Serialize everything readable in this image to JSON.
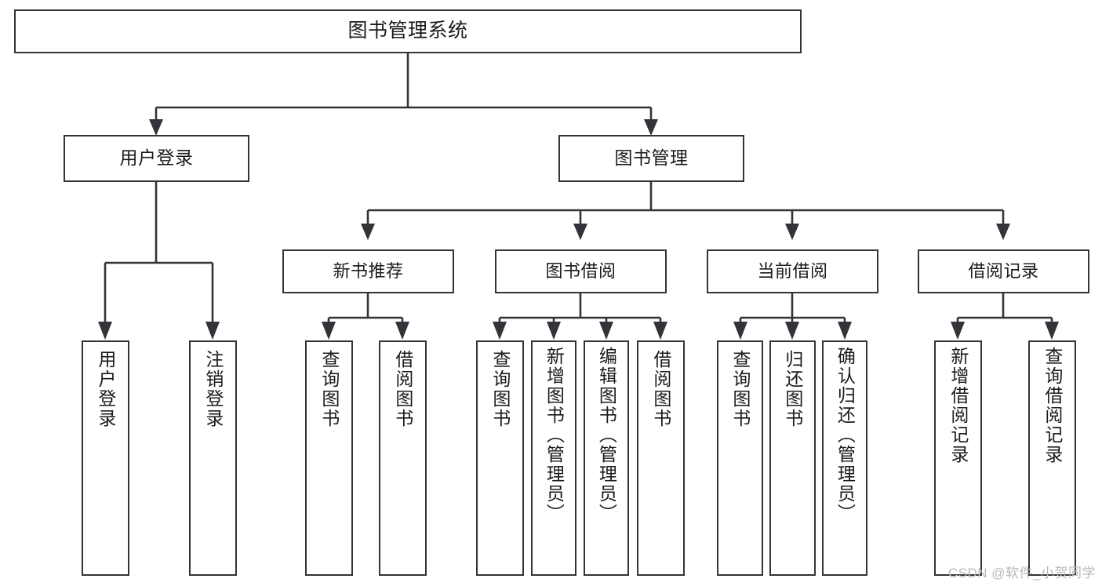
{
  "diagram": {
    "type": "tree",
    "title": "图书管理系统",
    "watermark": "CSDN @软件_小贺同学",
    "colors": {
      "stroke": "#33333a",
      "fill": "#ffffff",
      "text": "#1b1b1b",
      "watermark": "#b9b9bd"
    },
    "root": {
      "id": "root",
      "label": "图书管理系统"
    },
    "level1": [
      {
        "id": "user-login",
        "label": "用户登录"
      },
      {
        "id": "book-manage",
        "label": "图书管理"
      }
    ],
    "level2": [
      {
        "id": "new-book-recommend",
        "label": "新书推荐",
        "parent": "book-manage"
      },
      {
        "id": "book-borrow",
        "label": "图书借阅",
        "parent": "book-manage"
      },
      {
        "id": "current-borrow",
        "label": "当前借阅",
        "parent": "book-manage"
      },
      {
        "id": "borrow-record",
        "label": "借阅记录",
        "parent": "book-manage"
      }
    ],
    "leaves": [
      {
        "id": "leaf-user-login",
        "label": "用户登录",
        "parent": "user-login"
      },
      {
        "id": "leaf-logout-login",
        "label": "注销登录",
        "parent": "user-login"
      },
      {
        "id": "leaf-query-book-1",
        "label": "查询图书",
        "parent": "new-book-recommend"
      },
      {
        "id": "leaf-borrow-book-1",
        "label": "借阅图书",
        "parent": "new-book-recommend"
      },
      {
        "id": "leaf-query-book-2",
        "label": "查询图书",
        "parent": "book-borrow"
      },
      {
        "id": "leaf-add-book",
        "label": "新增图书（管理员）",
        "parent": "book-borrow"
      },
      {
        "id": "leaf-edit-book",
        "label": "编辑图书（管理员）",
        "parent": "book-borrow"
      },
      {
        "id": "leaf-borrow-book-2",
        "label": "借阅图书",
        "parent": "book-borrow"
      },
      {
        "id": "leaf-query-book-3",
        "label": "查询图书",
        "parent": "current-borrow"
      },
      {
        "id": "leaf-return-book",
        "label": "归还图书",
        "parent": "current-borrow"
      },
      {
        "id": "leaf-confirm-return",
        "label": "确认归还（管理员）",
        "parent": "current-borrow"
      },
      {
        "id": "leaf-add-record",
        "label": "新增借阅记录",
        "parent": "borrow-record"
      },
      {
        "id": "leaf-query-record",
        "label": "查询借阅记录",
        "parent": "borrow-record"
      }
    ]
  }
}
